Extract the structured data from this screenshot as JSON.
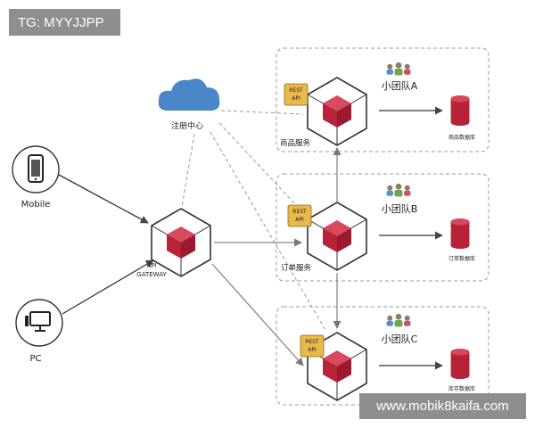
{
  "watermark_top": "TG: MYYJJPP",
  "watermark_bottom": "www.mobik8kaifa.com",
  "registry_label": "注册中心",
  "gateway_label": [
    "API",
    "GATEWAY"
  ],
  "clients": [
    {
      "label": "Mobile",
      "icon": "smartphone-icon"
    },
    {
      "label": "PC",
      "icon": "desktop-computer-icon"
    }
  ],
  "services": [
    {
      "label": "商品服务",
      "team": "小团队A",
      "db": "商品数据库",
      "api": [
        "REST",
        "API"
      ]
    },
    {
      "label": "订单服务",
      "team": "小团队B",
      "db": "订单数据库",
      "api": [
        "REST",
        "API"
      ]
    },
    {
      "label": "",
      "team": "小团队C",
      "db": "库存数据库",
      "api": [
        "REST",
        "API"
      ]
    }
  ],
  "colors": {
    "cube_red": "#c0283c",
    "cloud_blue": "#4a86c8",
    "rest_badge": "#e8b84a",
    "line_gray": "#888888"
  }
}
